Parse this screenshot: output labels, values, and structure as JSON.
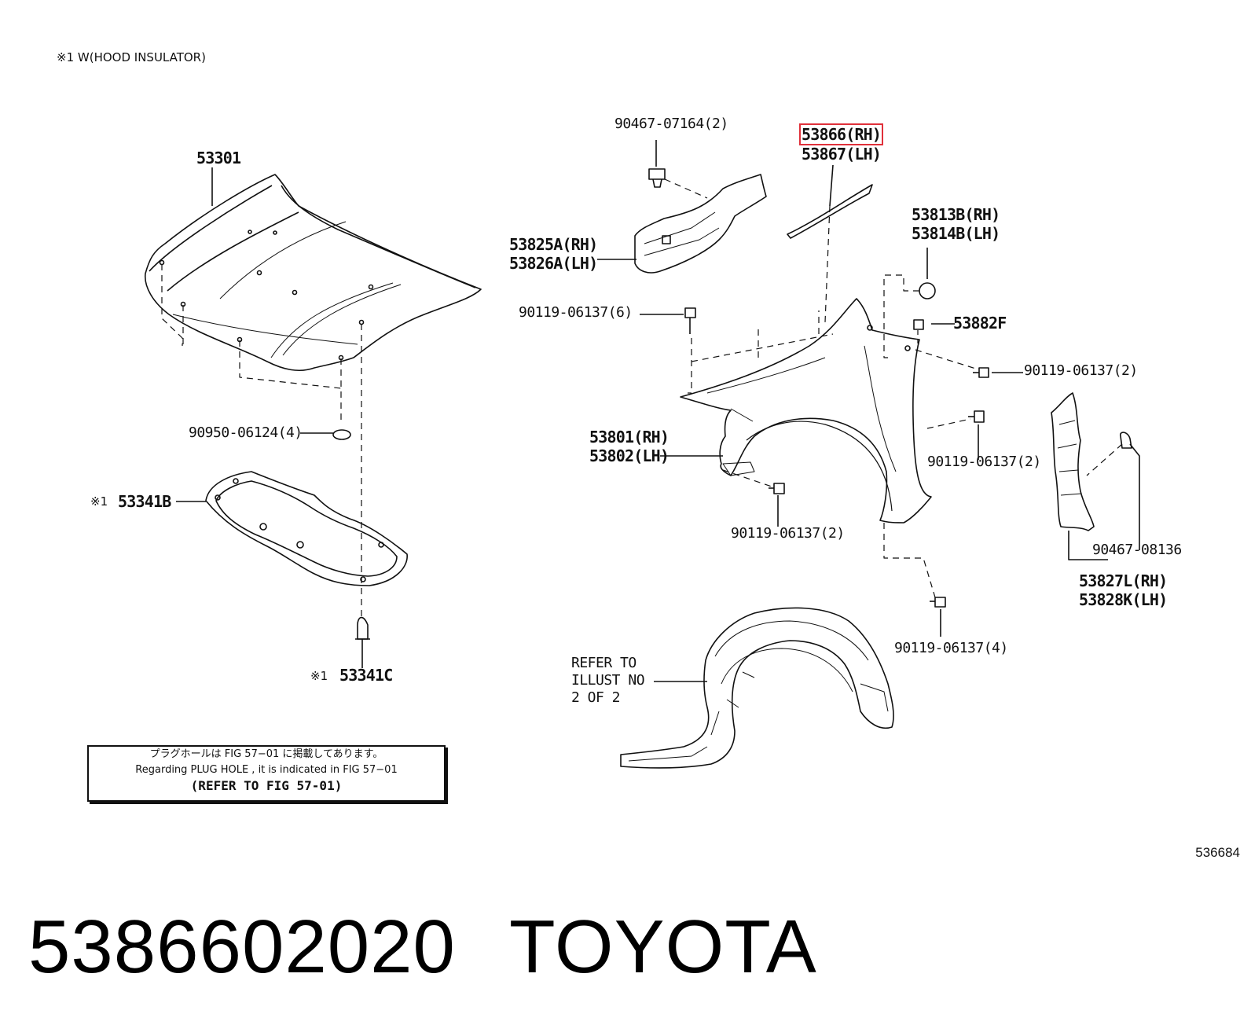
{
  "header_note": "※1 W(HOOD INSULATOR)",
  "labels": {
    "hood": "53301",
    "clip_9046707164": "90467-07164(2)",
    "seal_rh": "53866(RH)",
    "seal_lh": "53867(LH)",
    "cover_rh": "53825A(RH)",
    "cover_lh": "53826A(LH)",
    "bolt_6": "90119-06137(6)",
    "cushion_rh": "53813B(RH)",
    "cushion_lh": "53814B(LH)",
    "nut_53882f": "53882F",
    "bolt_right_2": "90119-06137(2)",
    "plug": "90950-06124(4)",
    "fender_rh": "53801(RH)",
    "fender_lh": "53802(LH)",
    "bolt_mid_2": "90119-06137(2)",
    "bolt_low_2": "90119-06137(2)",
    "mark_insulator": "※1",
    "insulator": "53341B",
    "clip_9046708136": "90467-08136",
    "panel_rh": "53827L(RH)",
    "panel_lh": "53828K(LH)",
    "bolt_4": "90119-06137(4)",
    "mark_clip": "※1",
    "clip_53341c": "53341C",
    "refer_1": "REFER TO",
    "refer_2": "ILLUST NO",
    "refer_3": "2 OF 2"
  },
  "notice": {
    "line1": "プラグホールは FIG  57−01 に掲載してあります。",
    "line2": "Regarding  PLUG  HOLE , it is indicated in  FIG  57−01",
    "line3": "(REFER TO FIG 57-01)"
  },
  "figure_number": "536684",
  "footer": {
    "part_number": "5386602020",
    "brand": "TOYOTA"
  },
  "colors": {
    "highlight": "#e0303a",
    "line": "#111111"
  }
}
